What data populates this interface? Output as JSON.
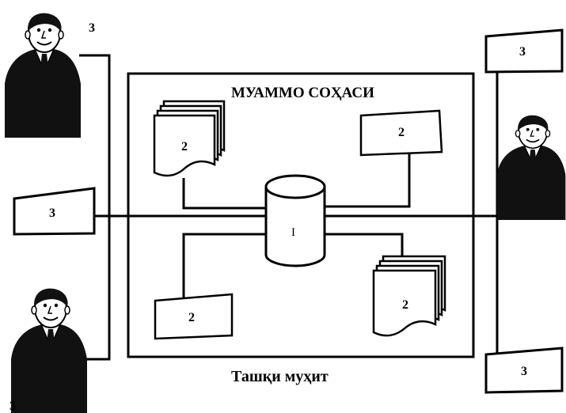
{
  "diagram": {
    "domain_title": "МУАММО СОҲАСИ",
    "environment_caption": "Ташқи муҳит",
    "database_label": "I",
    "document_label": "2",
    "external_label": "3"
  }
}
